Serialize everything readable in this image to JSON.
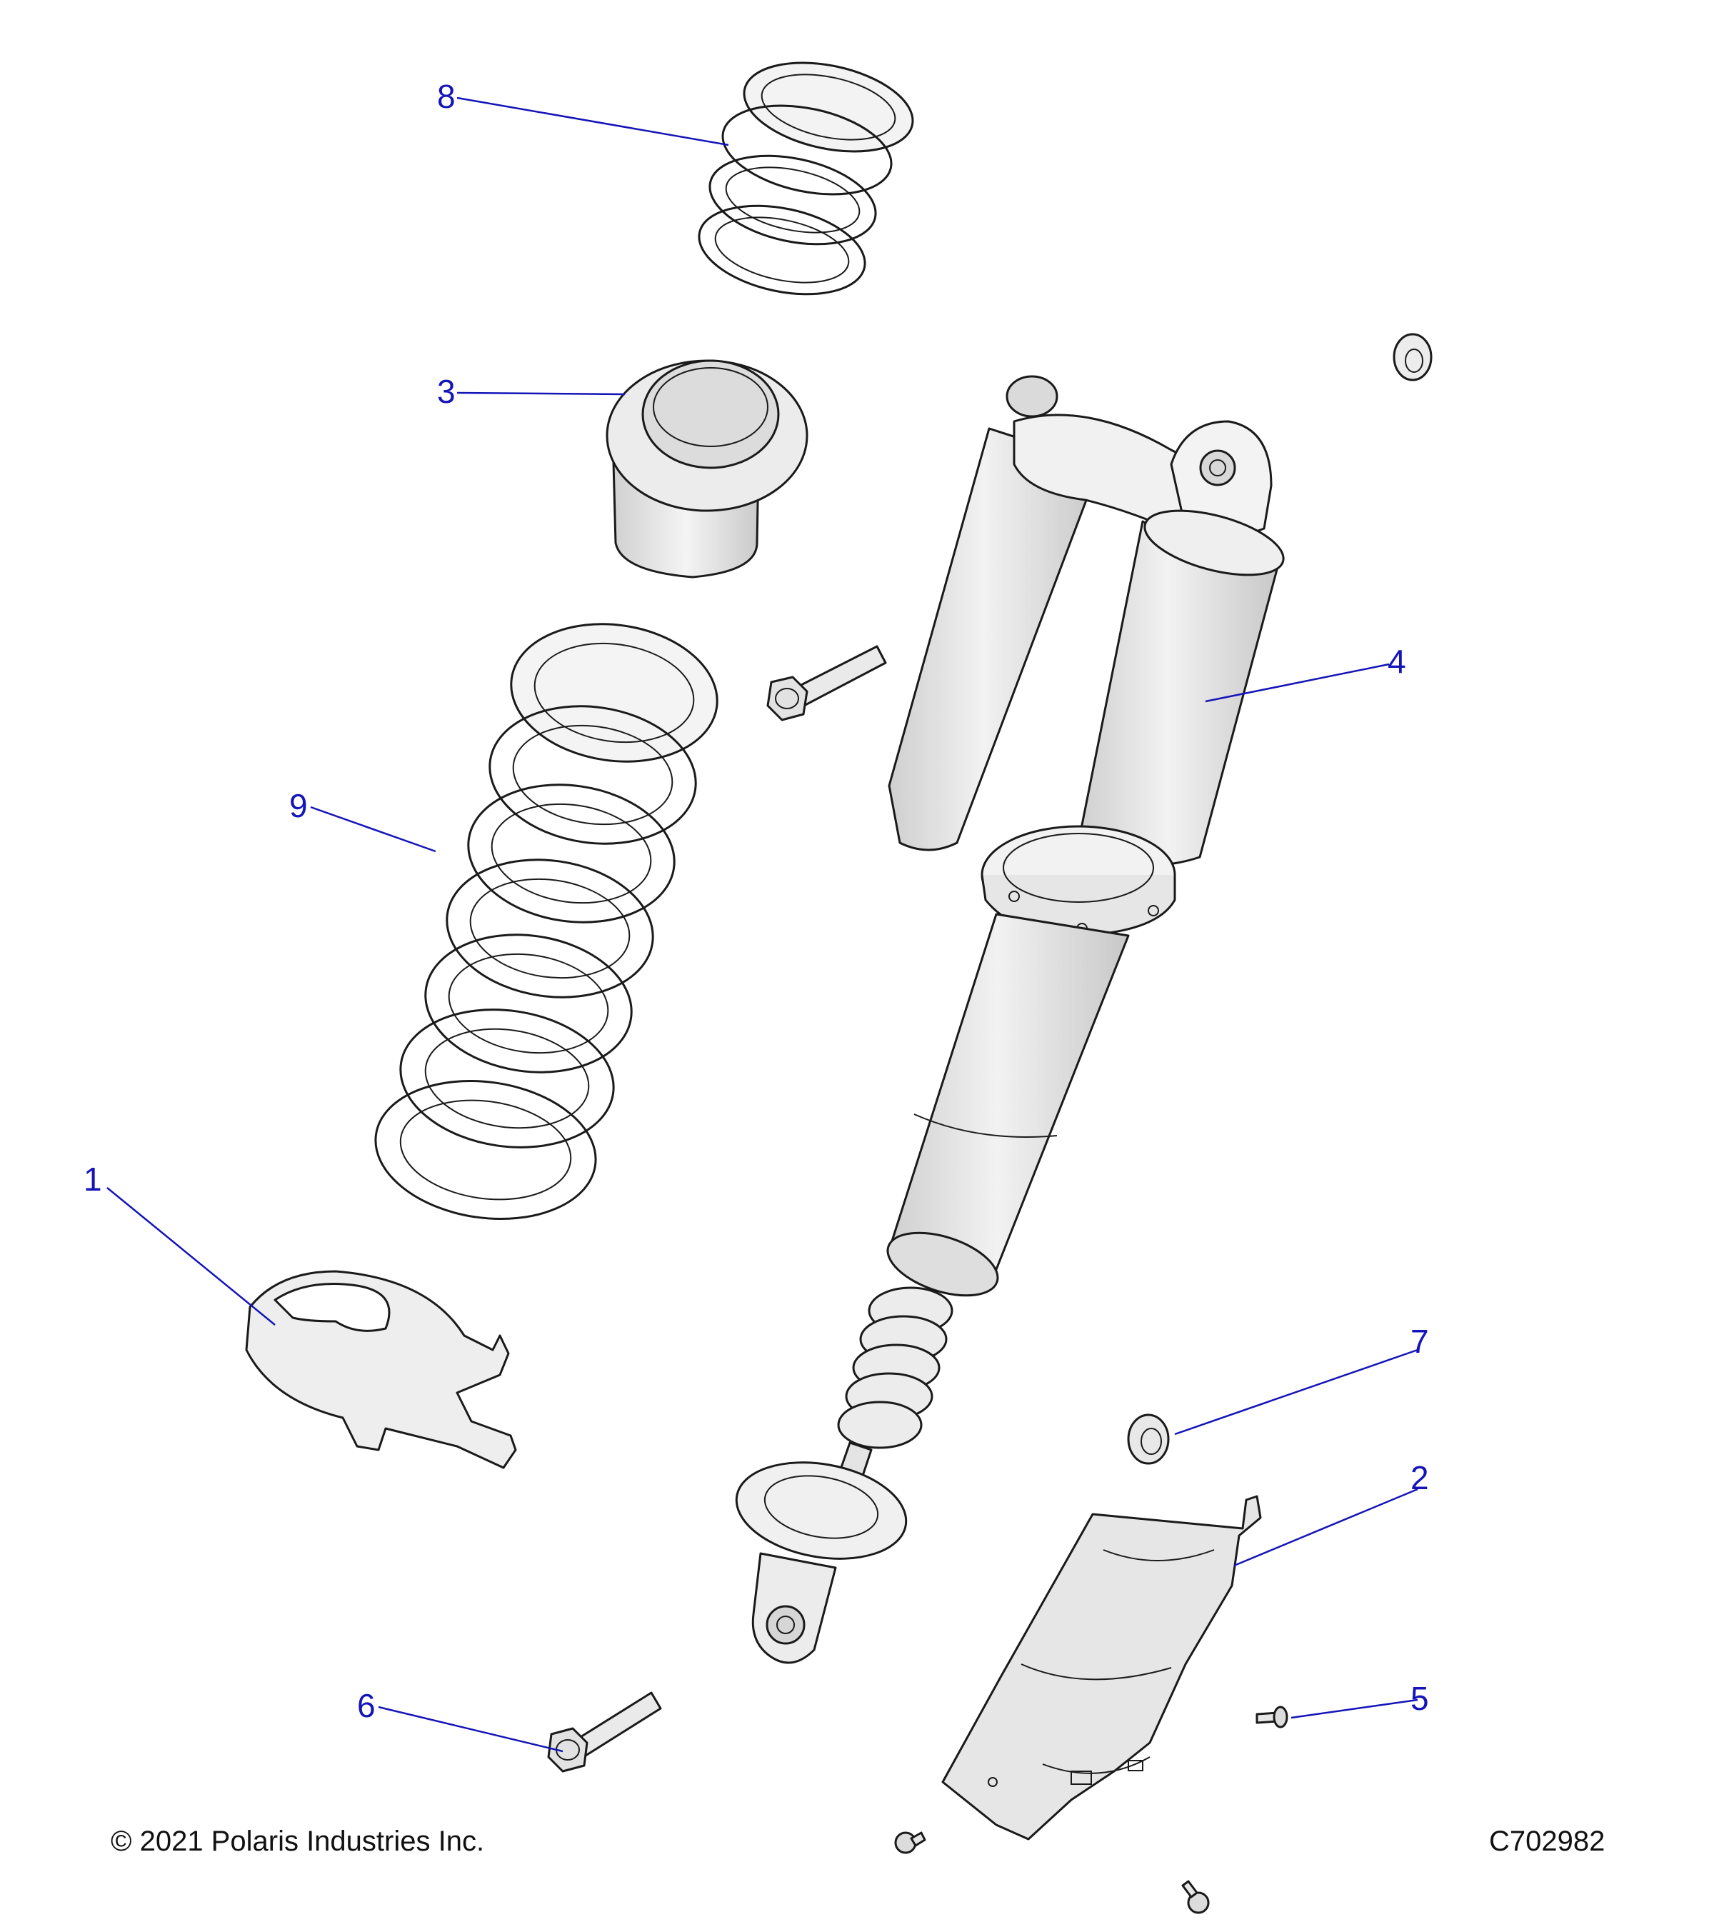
{
  "diagram": {
    "callouts": [
      {
        "id": "1",
        "label": "1"
      },
      {
        "id": "2",
        "label": "2"
      },
      {
        "id": "3",
        "label": "3"
      },
      {
        "id": "4",
        "label": "4"
      },
      {
        "id": "5",
        "label": "5"
      },
      {
        "id": "6",
        "label": "6"
      },
      {
        "id": "7",
        "label": "7"
      },
      {
        "id": "8",
        "label": "8"
      },
      {
        "id": "9",
        "label": "9"
      }
    ],
    "colors": {
      "callout": "#1414b8",
      "part_fill": "#eeeeee",
      "part_shade": "#d4d4d4",
      "outline": "#1a1a1a"
    }
  },
  "footer": {
    "copyright": "© 2021 Polaris Industries Inc.",
    "figure_code": "C702982"
  }
}
